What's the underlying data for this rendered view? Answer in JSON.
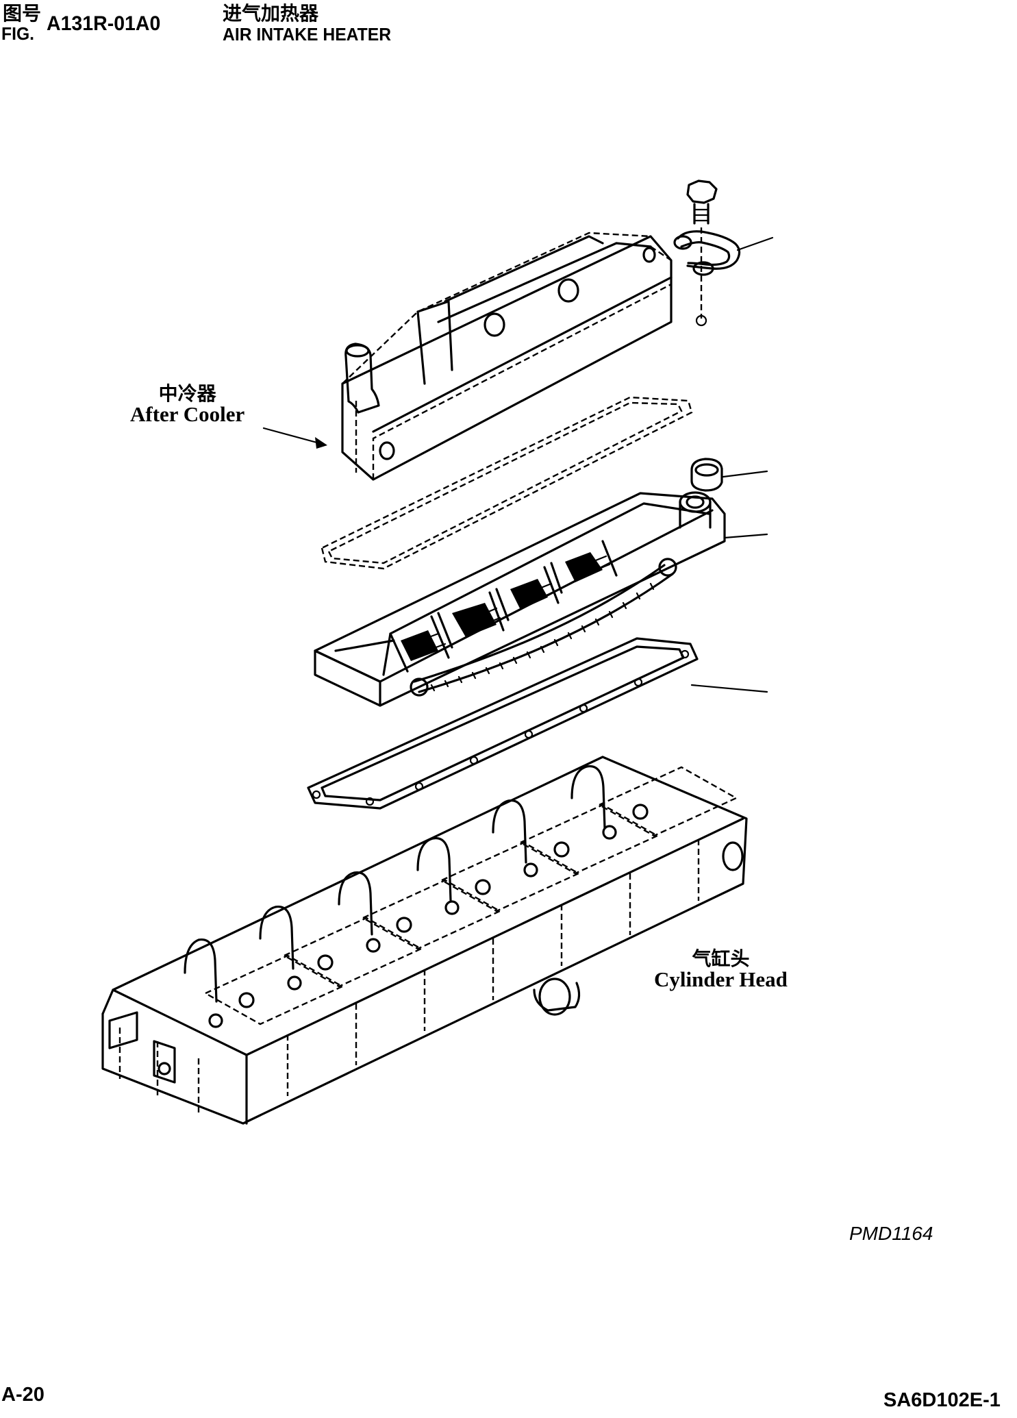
{
  "header": {
    "fig_label_cn": "图号",
    "fig_label_en": "FIG.",
    "fig_number": "A131R-01A0",
    "title_cn": "进气加热器",
    "title_en": "AIR INTAKE HEATER"
  },
  "callouts": {
    "after_cooler": {
      "cn": "中冷器",
      "en": "After Cooler"
    },
    "cylinder_head": {
      "cn": "气缸头",
      "en": "Cylinder Head"
    }
  },
  "footer": {
    "drawing_code": "PMD1164",
    "page_number": "A-20",
    "model_code": "SA6D102E-1"
  }
}
